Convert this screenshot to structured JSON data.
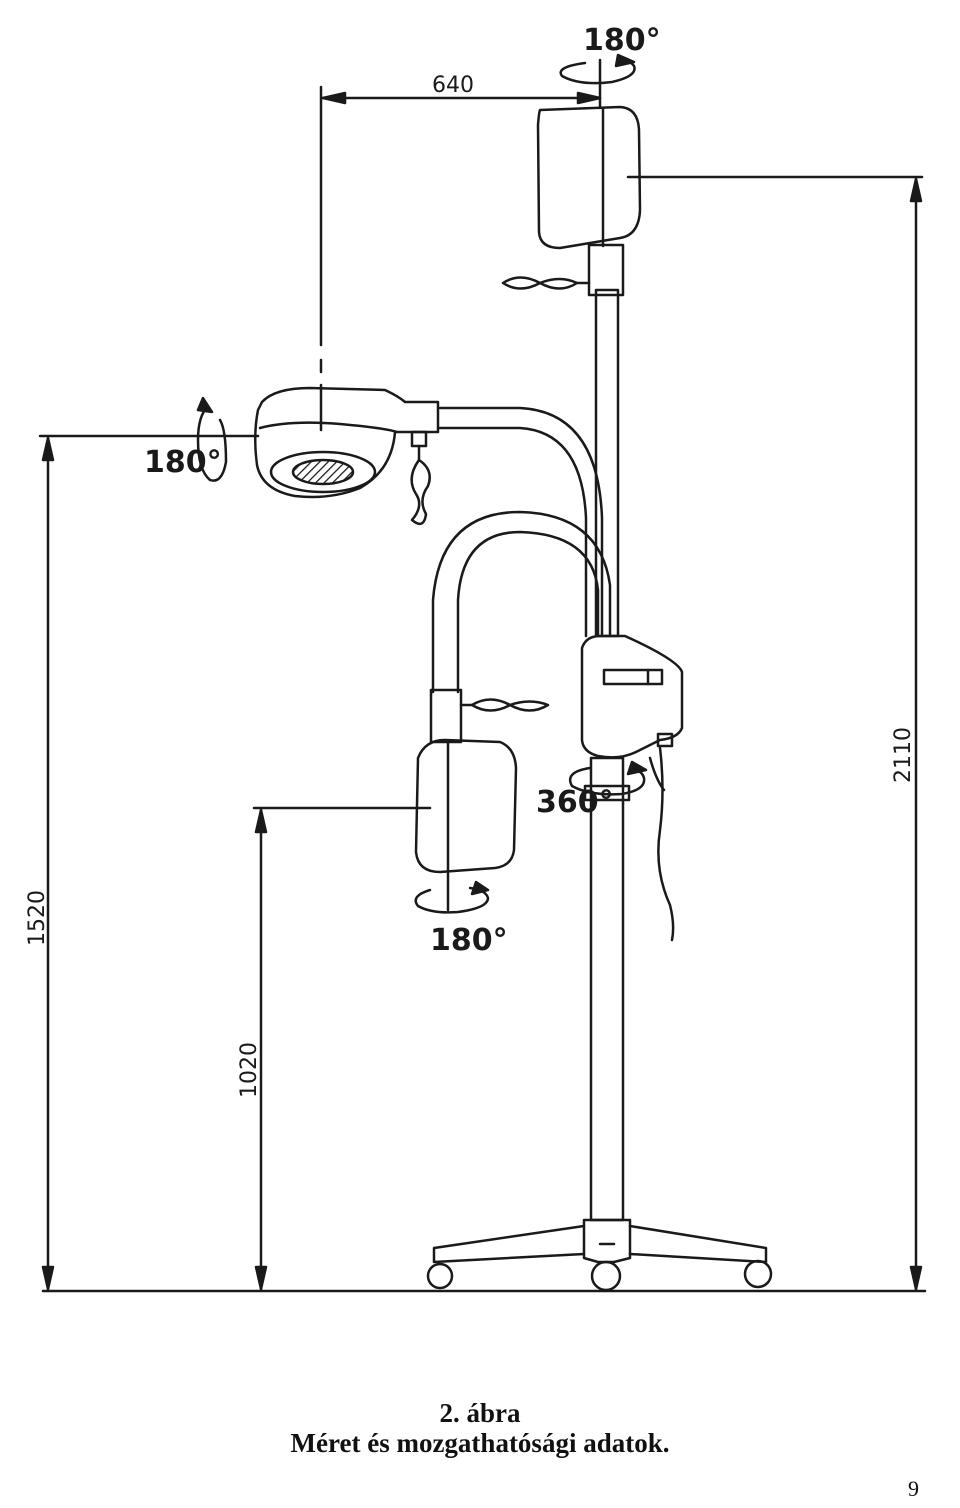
{
  "figure": {
    "number": "2. ábra",
    "title": "Méret és mozgathatósági adatok."
  },
  "dimensions": {
    "horizontal_reach": "640",
    "upper_height": "1520",
    "lower_height": "1020",
    "max_height": "2110"
  },
  "rotations": {
    "top_head": "180°",
    "main_head": "180°",
    "lower_head": "180°",
    "column": "360°"
  },
  "page": {
    "number": "9"
  },
  "colors": {
    "ink": "#1a1a1a",
    "paper": "#ffffff"
  }
}
